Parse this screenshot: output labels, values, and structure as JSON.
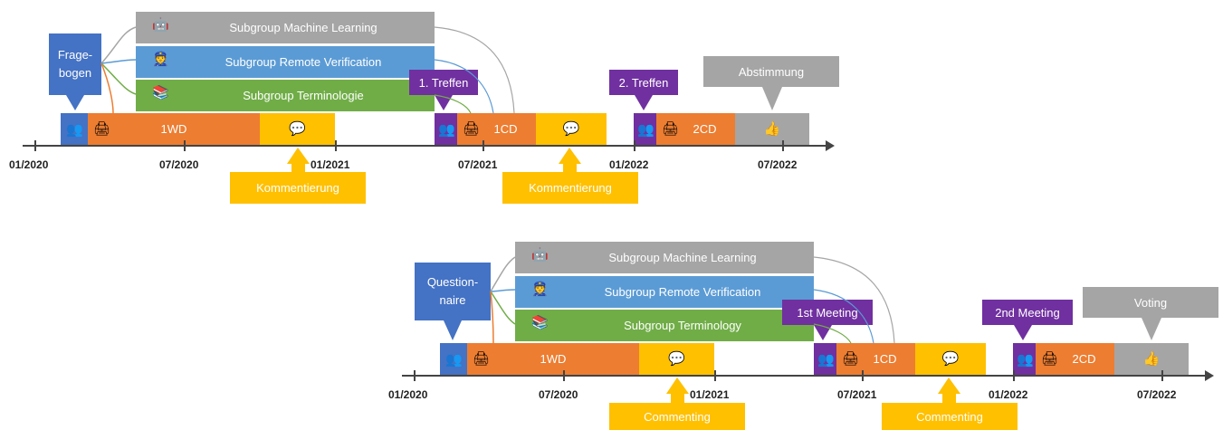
{
  "colors": {
    "orange": "#ED7D31",
    "yellow": "#FFC000",
    "grey": "#A5A5A5",
    "blue": "#4472C4",
    "lightblue": "#5B9BD5",
    "green": "#70AD47",
    "purple": "#7030A0"
  },
  "german": {
    "questionnaire": "Frage-\nbogen",
    "sg_ml": "Subgroup Machine Learning",
    "sg_rv": "Subgroup Remote Verification",
    "sg_term": "Subgroup Terminologie",
    "meeting1": "1. Treffen",
    "meeting2": "2. Treffen",
    "vote": "Abstimmung",
    "wd": "1WD",
    "cd1": "1CD",
    "cd2": "2CD",
    "comment1": "Kommentierung",
    "comment2": "Kommentierung",
    "ticks": [
      "01/2020",
      "07/2020",
      "01/2021",
      "07/2021",
      "01/2022",
      "07/2022"
    ]
  },
  "english": {
    "questionnaire": "Question-\nnaire",
    "sg_ml": "Subgroup Machine Learning",
    "sg_rv": "Subgroup Remote Verification",
    "sg_term": "Subgroup Terminology",
    "meeting1": "1st Meeting",
    "meeting2": "2nd Meeting",
    "vote": "Voting",
    "wd": "1WD",
    "cd1": "1CD",
    "cd2": "2CD",
    "comment1": "Commenting",
    "comment2": "Commenting",
    "ticks": [
      "01/2020",
      "07/2020",
      "01/2021",
      "07/2021",
      "01/2022",
      "07/2022"
    ]
  },
  "icons": {
    "people": "people-icon",
    "printer": "printer-icon",
    "robot": "robot-icon",
    "officer": "officer-icon",
    "books": "books-icon",
    "comment": "comment-icon",
    "meeting": "meeting-icon",
    "thumbs": "thumbs-up-icon"
  }
}
